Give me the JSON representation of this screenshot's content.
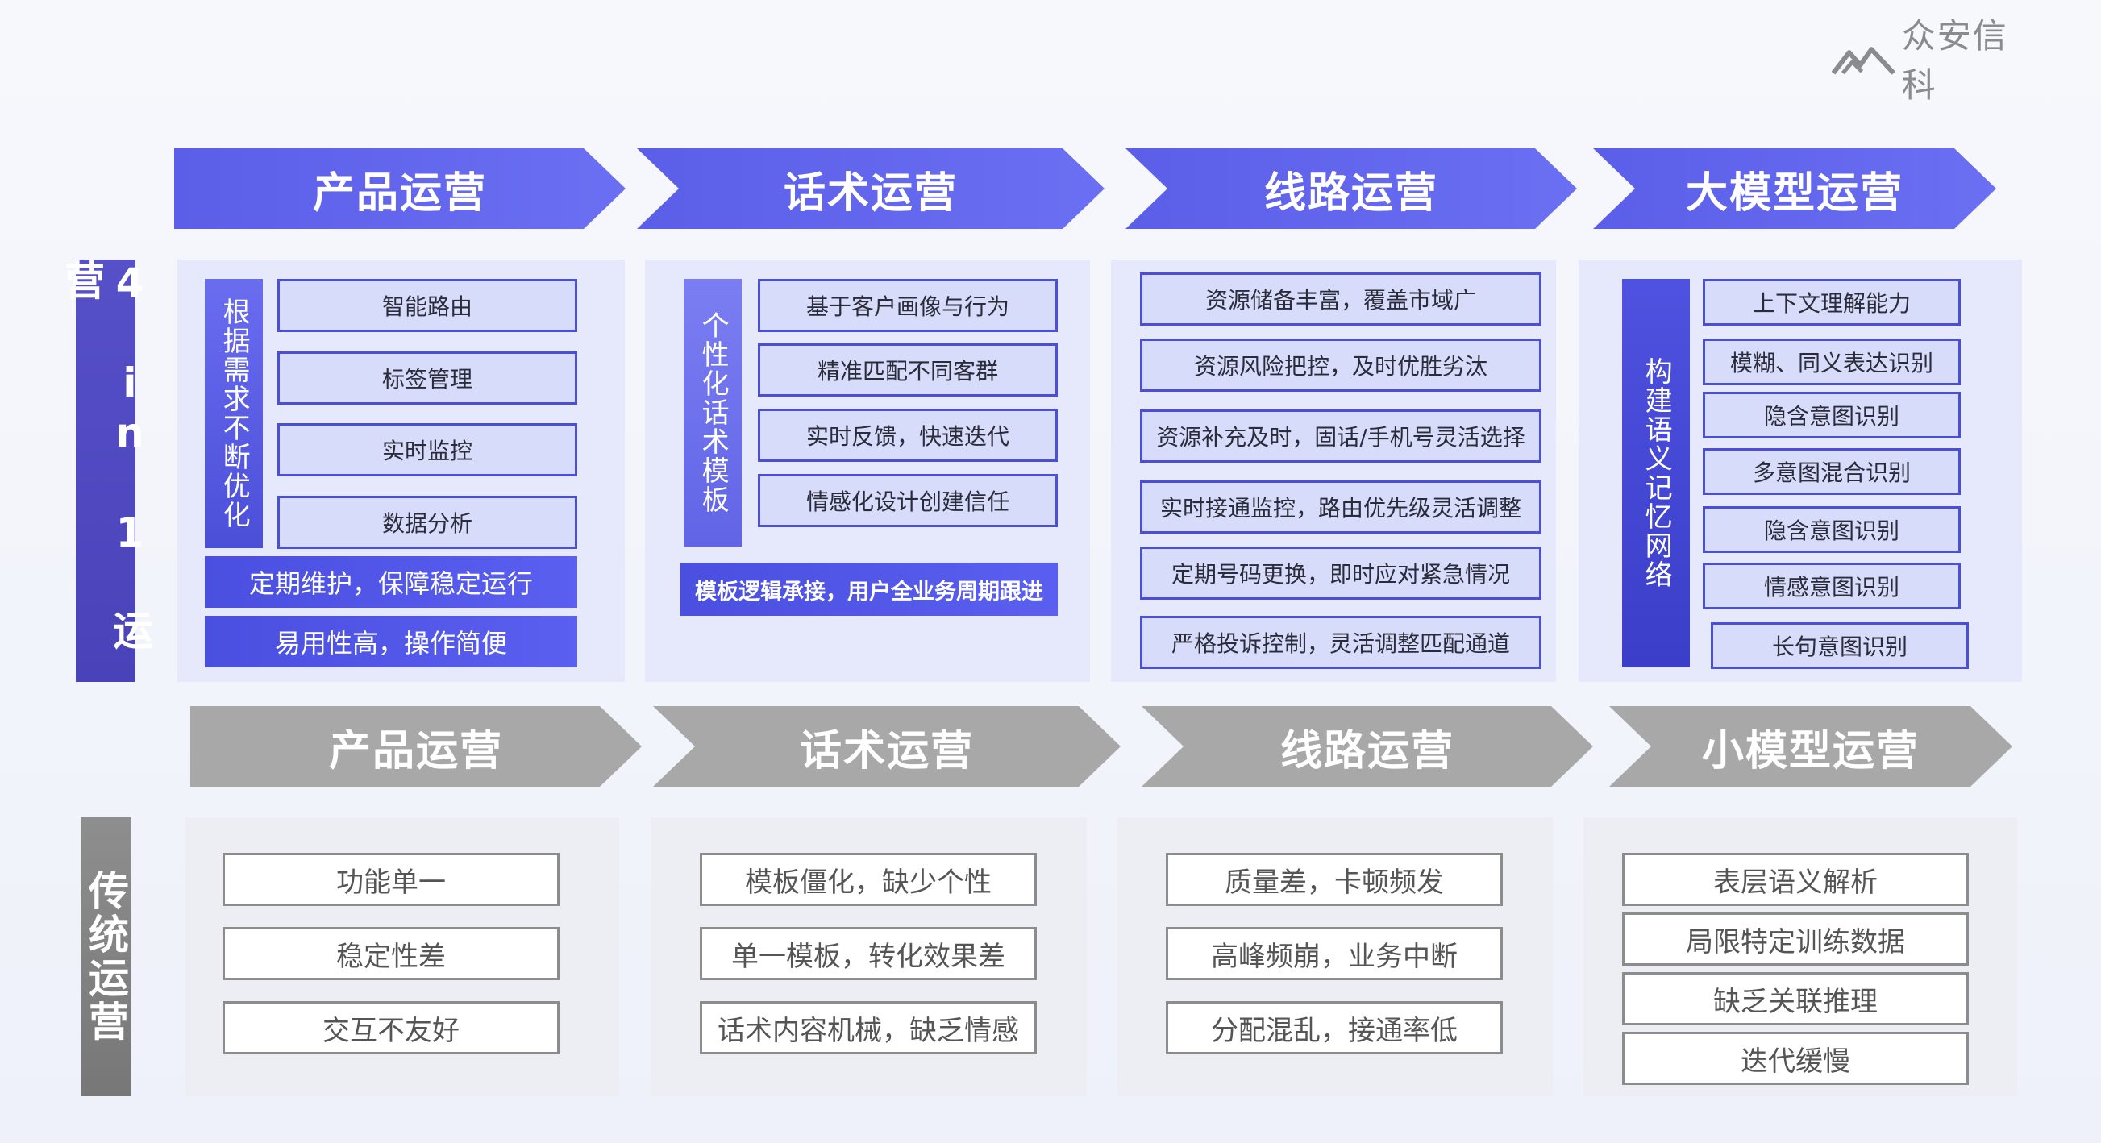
{
  "logo": {
    "text": "众安信科",
    "icon": "mountain-logo-icon"
  },
  "top_headers": [
    "产品运营",
    "话术运营",
    "线路运营",
    "大模型运营"
  ],
  "bottom_headers": [
    "产品运营",
    "话术运营",
    "线路运营",
    "小模型运营"
  ],
  "side_top": "4 in 1 运营",
  "side_bottom": "传统运营",
  "product": {
    "vertical": "根据需求不断优化",
    "items": [
      "智能路由",
      "标签管理",
      "实时监控",
      "数据分析"
    ],
    "highlights": [
      "定期维护，保障稳定运行",
      "易用性高，操作简便"
    ]
  },
  "script": {
    "vertical": "个性化话术模板",
    "items": [
      "基于客户画像与行为",
      "精准匹配不同客群",
      "实时反馈，快速迭代",
      "情感化设计创建信任"
    ],
    "highlight": "模板逻辑承接，用户全业务周期跟进"
  },
  "line": {
    "items": [
      "资源储备丰富，覆盖市域广",
      "资源风险把控，及时优胜劣汰",
      "资源补充及时，固话/手机号灵活选择",
      "实时接通监控，路由优先级灵活调整",
      "定期号码更换，即时应对紧急情况",
      "严格投诉控制，灵活调整匹配通道"
    ]
  },
  "llm": {
    "vertical": "构建语义记忆网络",
    "items": [
      "上下文理解能力",
      "模糊、同义表达识别",
      "隐含意图识别",
      "多意图混合识别",
      "隐含意图识别",
      "情感意图识别",
      "长句意图识别"
    ]
  },
  "traditional": {
    "product": [
      "功能单一",
      "稳定性差",
      "交互不友好"
    ],
    "script": [
      "模板僵化，缺少个性",
      "单一模板，转化效果差",
      "话术内容机械，缺乏情感"
    ],
    "line": [
      "质量差，卡顿频发",
      "高峰频崩，业务中断",
      "分配混乱，接通率低"
    ],
    "small_model": [
      "表层语义解析",
      "局限特定训练数据",
      "缺乏关联推理",
      "迭代缓慢"
    ]
  },
  "colors": {
    "accent": "#5b5ee8",
    "dark_accent": "#4a42b8",
    "gray": "#a8a8a8",
    "panel": "#e5e9fb"
  }
}
